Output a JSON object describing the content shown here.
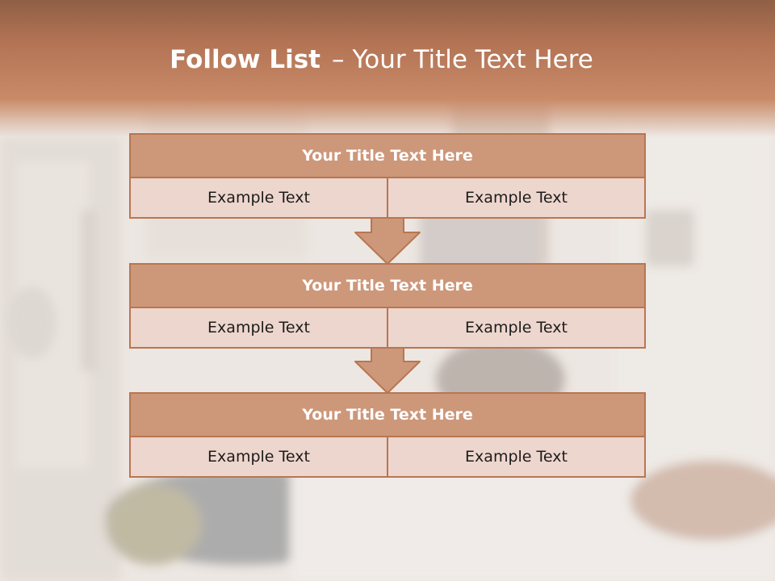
{
  "slide": {
    "title_bold": "Follow List",
    "title_dash": "–",
    "title_rest": "Your Title Text Here"
  },
  "blocks": [
    {
      "title": "Your Title Text Here",
      "left": "Example Text",
      "right": "Example Text"
    },
    {
      "title": "Your Title Text Here",
      "left": "Example Text",
      "right": "Example Text"
    },
    {
      "title": "Your Title Text Here",
      "left": "Example Text",
      "right": "Example Text"
    }
  ],
  "colors": {
    "header": "#b27354",
    "block_title": "#cd977a",
    "block_cell": "#edd6cd",
    "border": "#b87652"
  },
  "icons": [
    "down-arrow-icon",
    "down-arrow-icon"
  ]
}
